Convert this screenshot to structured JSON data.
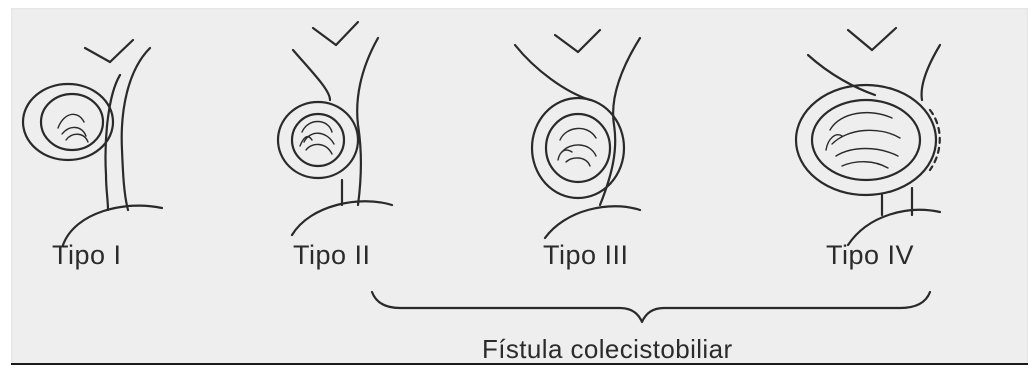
{
  "diagram": {
    "types": [
      {
        "id": "tipo-1",
        "label": "Tipo I"
      },
      {
        "id": "tipo-2",
        "label": "Tipo II"
      },
      {
        "id": "tipo-3",
        "label": "Tipo III"
      },
      {
        "id": "tipo-4",
        "label": "Tipo IV"
      }
    ],
    "group_caption": "Fístula colecistobiliar"
  }
}
